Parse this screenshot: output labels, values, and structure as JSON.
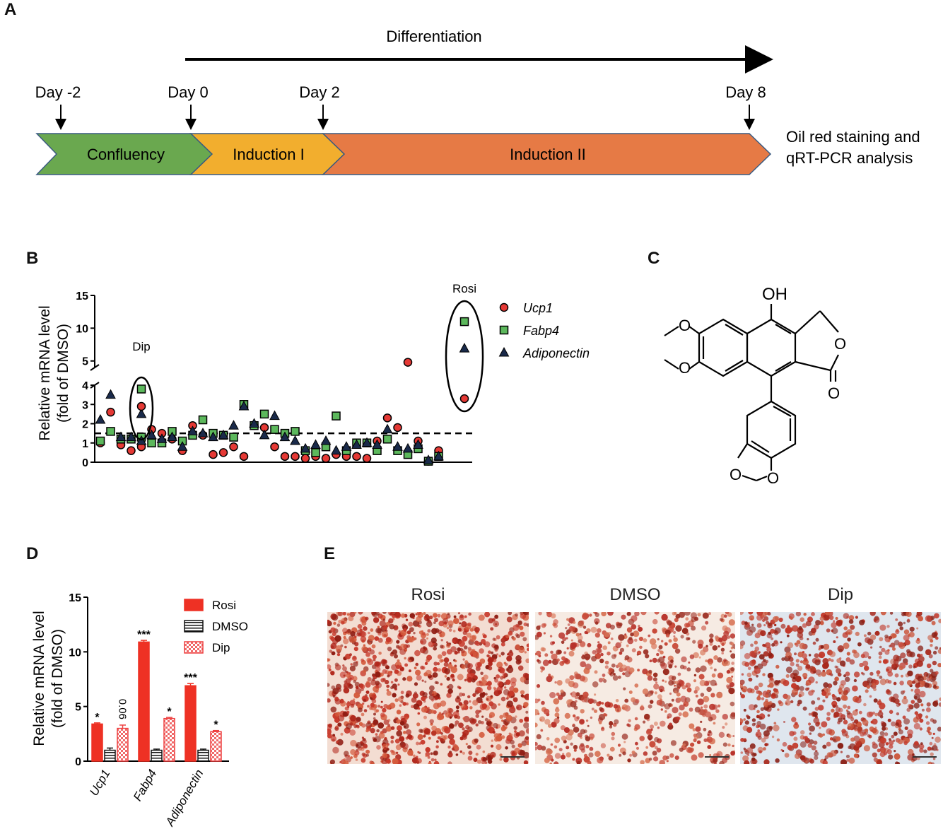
{
  "panel_labels": {
    "a": "A",
    "b": "B",
    "c": "C",
    "d": "D",
    "e": "E"
  },
  "panel_a": {
    "arrow_label": "Differentiation",
    "days": [
      "Day -2",
      "Day 0",
      "Day 2",
      "Day 8"
    ],
    "stages": [
      "Confluency",
      "Induction I",
      "Induction II"
    ],
    "stage_colors": [
      "#6aa84f",
      "#f2ae2e",
      "#e67a45"
    ],
    "end_note_line1": "Oil red staining and",
    "end_note_line2": "qRT-PCR analysis"
  },
  "panel_b": {
    "chart_data": {
      "type": "scatter",
      "ylabel_line1": "Relative mRNA level",
      "ylabel_line2": "(fold of DMSO)",
      "yticks_lower": [
        "0",
        "1",
        "2",
        "3",
        "4"
      ],
      "yticks_upper": [
        "5",
        "10",
        "15"
      ],
      "ylim_lower": [
        0,
        4
      ],
      "ylim_upper": [
        4,
        15
      ],
      "threshold": 1.5,
      "series": [
        {
          "name": "Ucp1",
          "color": "#e53935",
          "values": [
            1.0,
            2.6,
            0.9,
            0.6,
            0.8,
            1.7,
            1.5,
            1.2,
            0.6,
            1.9,
            1.4,
            0.4,
            0.5,
            0.8,
            0.3,
            1.9,
            1.8,
            0.8,
            0.3,
            0.3,
            0.2,
            0.3,
            0.2,
            0.4,
            0.3,
            0.3,
            0.2,
            1.1,
            2.3,
            1.8,
            4.8,
            1.1,
            0.05,
            0.6
          ]
        },
        {
          "name": "Fabp4",
          "color": "#5cb85c",
          "values": [
            1.1,
            1.6,
            1.2,
            1.2,
            1.3,
            1.0,
            1.0,
            1.6,
            1.1,
            1.4,
            2.2,
            1.5,
            1.4,
            1.3,
            3.0,
            1.9,
            2.5,
            1.7,
            1.5,
            1.6,
            0.6,
            0.5,
            0.8,
            2.4,
            0.6,
            1.0,
            1.0,
            0.6,
            1.2,
            0.6,
            0.4,
            0.7,
            0.05,
            0.3
          ]
        },
        {
          "name": "Adiponectin",
          "color": "#1a2a4a",
          "values": [
            2.2,
            3.5,
            1.3,
            1.3,
            1.1,
            1.4,
            1.2,
            1.3,
            0.8,
            1.6,
            1.5,
            1.3,
            1.4,
            1.9,
            2.9,
            2.0,
            1.4,
            2.4,
            1.3,
            1.1,
            0.7,
            0.9,
            1.1,
            0.6,
            0.8,
            0.9,
            1.0,
            0.9,
            1.7,
            0.8,
            0.7,
            0.9,
            0.1,
            0.3
          ]
        }
      ],
      "dip": {
        "label": "Dip",
        "ucp1": 2.9,
        "fabp4": 3.8,
        "adiponectin": 2.5
      },
      "rosi": {
        "label": "Rosi",
        "ucp1": 3.3,
        "fabp4": 11.0,
        "adiponectin": 6.9
      },
      "legend": [
        "Ucp1",
        "Fabp4",
        "Adiponectin"
      ]
    }
  },
  "panel_c": {
    "oh_label": "OH",
    "o_label": "O"
  },
  "panel_d": {
    "chart_data": {
      "type": "bar",
      "categories": [
        "Ucp1",
        "Fabp4",
        "Adiponectin"
      ],
      "ylabel_line1": "Relative mRNA level",
      "ylabel_line2": "(fold of DMSO)",
      "ylim": [
        0,
        15
      ],
      "yticks": [
        "0",
        "5",
        "10",
        "15"
      ],
      "series": [
        {
          "name": "Rosi",
          "color": "#ee3124",
          "values": [
            3.4,
            10.9,
            6.9
          ],
          "errors": [
            0.1,
            0.15,
            0.2
          ],
          "marks": [
            "*",
            "***",
            "***"
          ]
        },
        {
          "name": "DMSO",
          "color": "#111111",
          "values": [
            1.0,
            1.0,
            1.0
          ],
          "errors": [
            0.2,
            0.1,
            0.1
          ],
          "marks": [
            "",
            "",
            ""
          ]
        },
        {
          "name": "Dip",
          "color": "#f08080",
          "values": [
            3.0,
            3.9,
            2.7
          ],
          "errors": [
            0.3,
            0.1,
            0.1
          ],
          "marks": [
            "0.06",
            "*",
            "*"
          ]
        }
      ],
      "legend": [
        "Rosi",
        "DMSO",
        "Dip"
      ]
    }
  },
  "panel_e": {
    "titles": [
      "Rosi",
      "DMSO",
      "Dip"
    ]
  }
}
